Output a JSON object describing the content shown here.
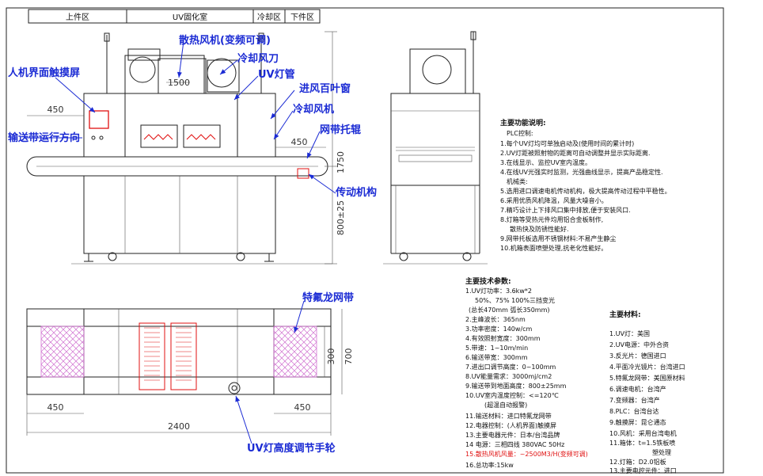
{
  "header": {
    "cells": [
      "上件区",
      "UV固化室",
      "冷却区",
      "下件区"
    ]
  },
  "callouts": {
    "fan": "散热风机(变频可调)",
    "cool_blade": "冷却风刀",
    "uv_tube": "UV灯管",
    "inlet": "进风百叶窗",
    "cool_fan": "冷却风机",
    "hmi": "人机界面触摸屏",
    "direction": "输送带运行方向",
    "belt_roller": "网带托辊",
    "drive": "传动机构",
    "ptfe": "特氟龙网带",
    "height_wheel": "UV灯高度调节手轮"
  },
  "dims": {
    "d1500": "1500",
    "d450_a": "450",
    "d450_b": "450",
    "d1750": "1750",
    "d800": "800±25",
    "d300": "300",
    "d700": "700",
    "d450_c": "450",
    "d450_d": "450",
    "d2400": "2400"
  },
  "features": {
    "title": "主要功能说明:",
    "lines": [
      "PLC控制:",
      "1.每个UV灯均可单独启动及(使用时间的累计时)",
      "2.UV灯距被照射物的距离可自动调整并显示实际距离.",
      "3.在线显示、监控UV室内温度。",
      "4.在线UV光强实时监测，光强曲线显示，提高产品稳定性.",
      "机械类:",
      "5.选用进口调速电机传动机构，极大提高传动过程中平稳性。",
      "6.采用优质风机降温，风量大噪音小。",
      "7.精巧设计上下排风口集中排放,便于安装风口.",
      "8.灯箱等受热元件均用铝合金板制作,",
      "散热快及防锈性能好.",
      "9.网带托板选用不锈钢材料:不易产生静尘",
      "10.机箱表面喷塑处理,抗老化性能好。"
    ]
  },
  "specs": {
    "title": "主要技术参数:",
    "lines": [
      "1.UV灯功率：3.6kw*2",
      "50%、75% 100%三挡变光",
      "(总长470mm  弧长350mm)",
      "2.主峰波长：365nm",
      "3.功率密度：140w/cm",
      "4.有效照射宽度：300mm",
      "5.带速：1~10m/min",
      "6.输送带宽：300mm",
      "7.进出口调节高度：0~100mm",
      "8.UV能量需求：3000mj/cm2",
      "9.输送带到地面高度：800±25mm",
      "10.UV室内温度控制：<=120℃",
      "(超温自动报警)",
      "11.输送材料：进口特氟龙网带",
      "12.电器控制：(人机界面)触摸屏",
      "13.主要电器元件：日本/台湾品牌",
      "14 电源：三相四线 380VAC  50Hz",
      "15.散热风机风量：~2500M3/H(变频可调)",
      "16.总功率:15kw"
    ]
  },
  "materials": {
    "title": "主要材料:",
    "lines": [
      "1.UV灯：美国",
      "2.UV电源：中外合资",
      "3.反光片：德国进口",
      "4.平面冷光镜片：台湾进口",
      "5.特氟龙网带：美国原材料",
      "6.调速电机：台湾产",
      "7.变频器：台湾产",
      "8.PLC：台湾台达",
      "9.触摸屏：昆仑通态",
      "10.风机：采用台湾电机",
      "11.箱体：t=1.5铁板喷",
      "塑处理",
      "12.灯箱：D2.0铝板",
      "13.主要电控元件：进口"
    ]
  },
  "colors": {
    "callout": "#1b2bd4",
    "highlight": "#e01010",
    "hatch": "#d070d0"
  }
}
